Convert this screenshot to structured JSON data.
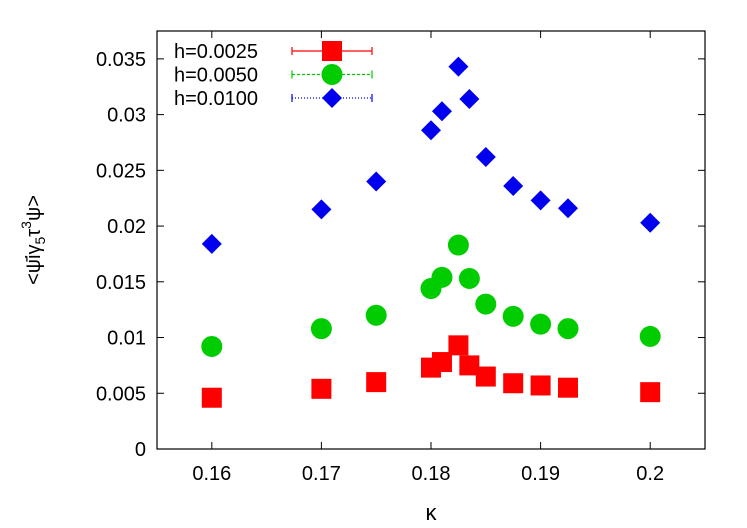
{
  "chart_data": {
    "type": "scatter",
    "title": "",
    "xlabel": "κ",
    "ylabel": "<ψ̄iγ5τ3ψ>",
    "ylabel_parts": {
      "prefix": "<ψ̄iγ",
      "sub": "5",
      "mid": "τ",
      "sup": "3",
      "suffix": "ψ>"
    },
    "xlim": [
      0.155,
      0.205
    ],
    "ylim": [
      0,
      0.0375
    ],
    "xticks": [
      "0.16",
      "0.17",
      "0.18",
      "0.19",
      "0.2"
    ],
    "yticks": [
      "0",
      "0.005",
      "0.01",
      "0.015",
      "0.02",
      "0.025",
      "0.03",
      "0.035"
    ],
    "legend_position": "top-left",
    "grid": false,
    "series": [
      {
        "name": "h=0.0025",
        "color": "#ff0000",
        "marker": "square",
        "line_style": "solid",
        "x": [
          0.16,
          0.17,
          0.175,
          0.18,
          0.181,
          0.1825,
          0.1835,
          0.185,
          0.1875,
          0.19,
          0.1925,
          0.2
        ],
        "y": [
          0.0046,
          0.0054,
          0.006,
          0.0073,
          0.0078,
          0.0093,
          0.0075,
          0.0065,
          0.0059,
          0.0057,
          0.0055,
          0.0051
        ]
      },
      {
        "name": "h=0.0050",
        "color": "#00cc00",
        "marker": "circle",
        "line_style": "dashed",
        "x": [
          0.16,
          0.17,
          0.175,
          0.18,
          0.181,
          0.1825,
          0.1835,
          0.185,
          0.1875,
          0.19,
          0.1925,
          0.2
        ],
        "y": [
          0.0092,
          0.0108,
          0.012,
          0.0144,
          0.0154,
          0.0183,
          0.0153,
          0.013,
          0.0119,
          0.0112,
          0.0108,
          0.0101
        ]
      },
      {
        "name": "h=0.0100",
        "color": "#0000ee",
        "marker": "diamond",
        "line_style": "dotted",
        "x": [
          0.16,
          0.17,
          0.175,
          0.18,
          0.181,
          0.1825,
          0.1835,
          0.185,
          0.1875,
          0.19,
          0.1925,
          0.2
        ],
        "y": [
          0.0184,
          0.0215,
          0.024,
          0.0286,
          0.0303,
          0.0343,
          0.0314,
          0.0262,
          0.0236,
          0.0223,
          0.0216,
          0.0203
        ]
      }
    ]
  }
}
